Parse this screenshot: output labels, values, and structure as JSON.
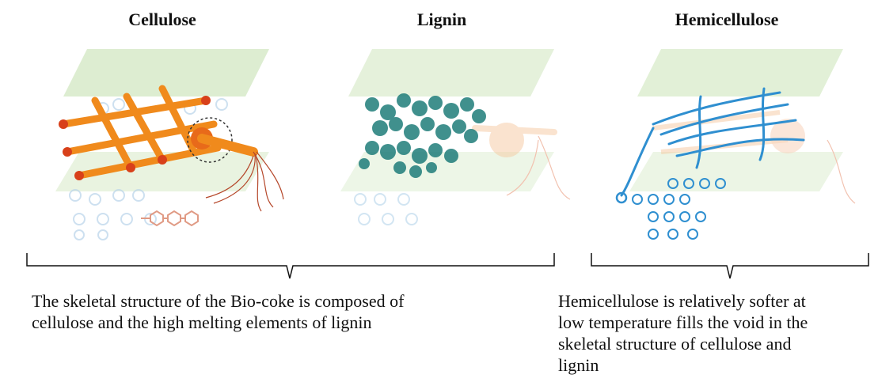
{
  "titles": {
    "cellulose": "Cellulose",
    "lignin": "Lignin",
    "hemicellulose": "Hemicellulose"
  },
  "captions": {
    "left_line1": "The  skeletal structure of the Bio-coke is composed of",
    "left_line2": "cellulose and the high  melting elements of lignin",
    "right_line1": "Hemicellulose is relatively softer at",
    "right_line2": "low temperature fills the void in the",
    "right_line3": "skeletal structure of cellulose and",
    "right_line4": "lignin"
  },
  "colors": {
    "sheet_green": "#cfe6bd",
    "cellulose_orange": "#f08a1c",
    "cellulose_red": "#d8401a",
    "lignin_teal": "#1f7d7a",
    "hemi_blue": "#2f8fd0",
    "faded_blue": "#9cc3e0"
  }
}
